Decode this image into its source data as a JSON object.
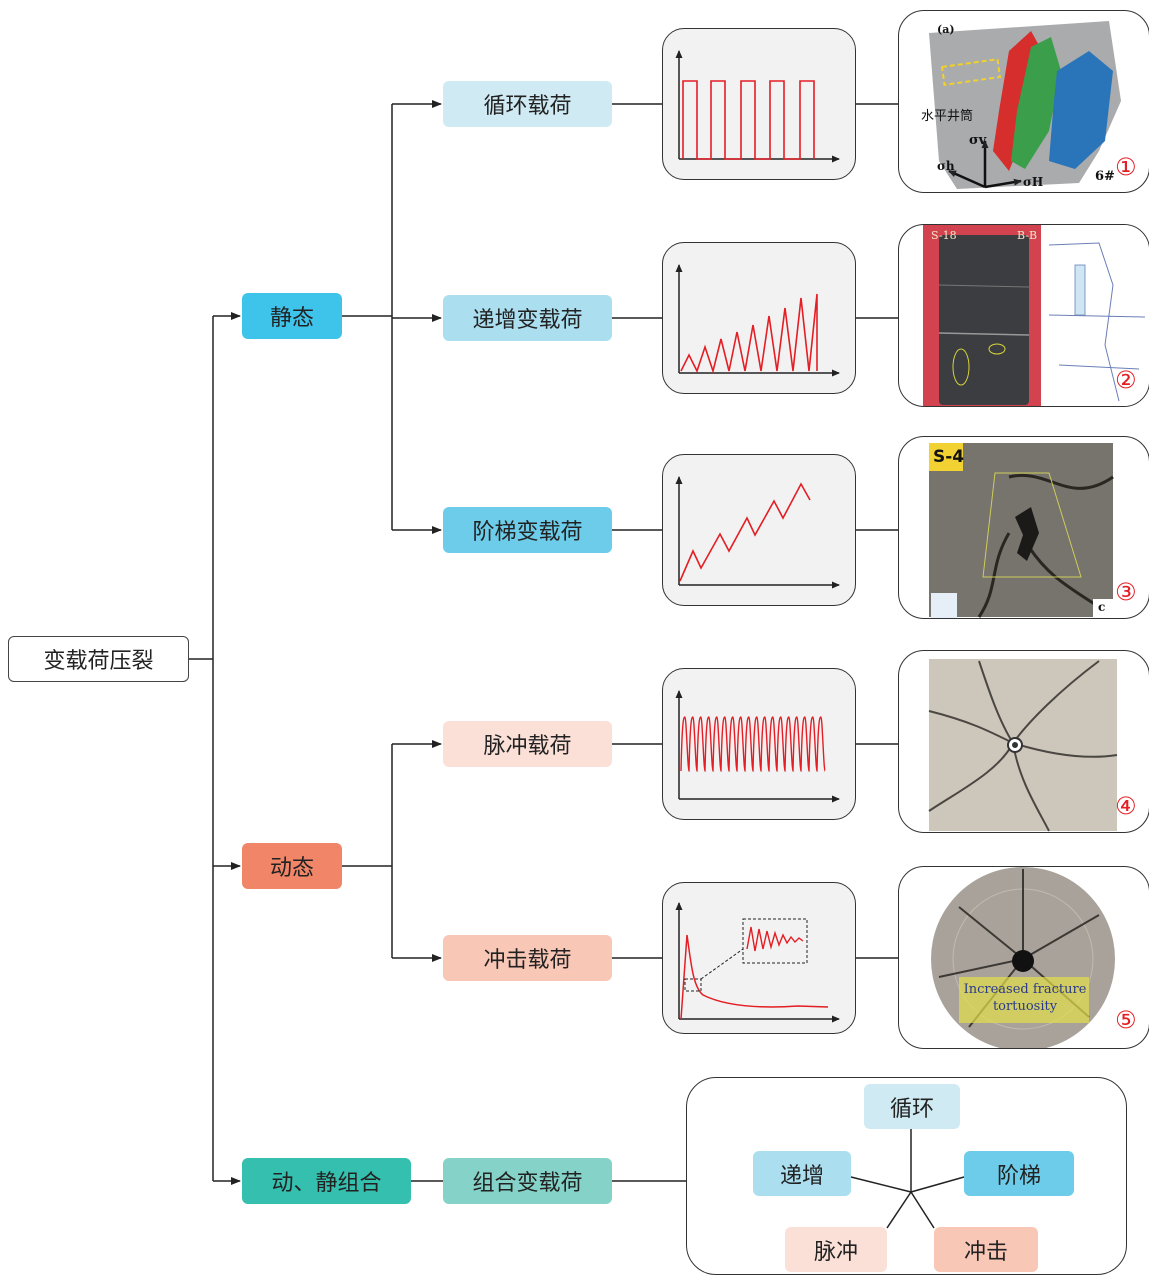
{
  "root": "变载荷压裂",
  "categories": {
    "static": "静态",
    "dynamic": "动态",
    "combined": "动、静组合"
  },
  "loads": {
    "cyclic": "循环载荷",
    "incremental": "递增变载荷",
    "step": "阶梯变载荷",
    "pulse": "脉冲载荷",
    "impact": "冲击载荷",
    "combined": "组合变载荷"
  },
  "markers": [
    "①",
    "②",
    "③",
    "④",
    "⑤"
  ],
  "photo_labels": {
    "p1_a": "(a)",
    "p1_well": "水平井筒",
    "p1_sv": "σv",
    "p1_sh": "σh",
    "p1_sH": "σH",
    "p1_id": "6#",
    "p2_id": "S-18",
    "p2_sec": "B-B",
    "p3_id": "S-4",
    "p3_sub": "c",
    "p5_caption": "Increased fracture tortuosity"
  },
  "combo_items": {
    "cyclic": "循环",
    "incremental": "递增",
    "step": "阶梯",
    "pulse": "脉冲",
    "impact": "冲击"
  },
  "colors": {
    "static_cat": "#3ec3ea",
    "dynamic_cat": "#f08567",
    "combined_cat": "#35bfae",
    "cyclic": "#cfeaf3",
    "incremental": "#abdff0",
    "step": "#6ccce9",
    "pulse": "#fbe0d8",
    "impact": "#f9c7b6",
    "combined_load": "#85d3c8",
    "waveform": "#e31e24"
  }
}
